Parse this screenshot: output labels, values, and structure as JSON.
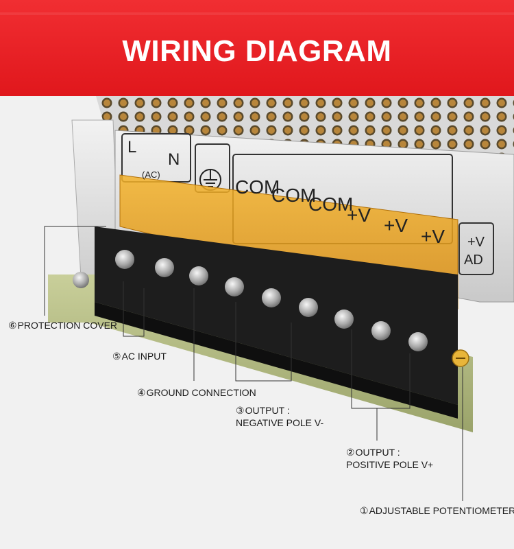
{
  "banner": {
    "title": "WIRING DIAGRAM",
    "color": "#e8202a"
  },
  "terminal_markings": {
    "l": "L",
    "n": "N",
    "ac": "(AC)",
    "com1": "COM",
    "com2": "COM",
    "com3": "COM",
    "v1": "+V",
    "v2": "+V",
    "v3": "+V",
    "adj_v": "+V",
    "adj_ad": "AD"
  },
  "labels": {
    "protection_cover": {
      "num": "⑥",
      "text": "PROTECTION COVER"
    },
    "ac_input": {
      "num": "⑤",
      "text": "AC INPUT"
    },
    "ground_connection": {
      "num": "④",
      "text": "GROUND CONNECTION"
    },
    "output_negative": {
      "num": "③",
      "text": "OUTPUT :",
      "line2": "NEGATIVE POLE V-"
    },
    "output_positive": {
      "num": "②",
      "text": "OUTPUT :",
      "line2": "POSITIVE POLE V+"
    },
    "potentiometer": {
      "num": "①",
      "text": "ADJUSTABLE POTENTIOMETER"
    }
  },
  "icons": [
    "ground-symbol-icon",
    "screw-terminal-icon",
    "potentiometer-icon"
  ]
}
